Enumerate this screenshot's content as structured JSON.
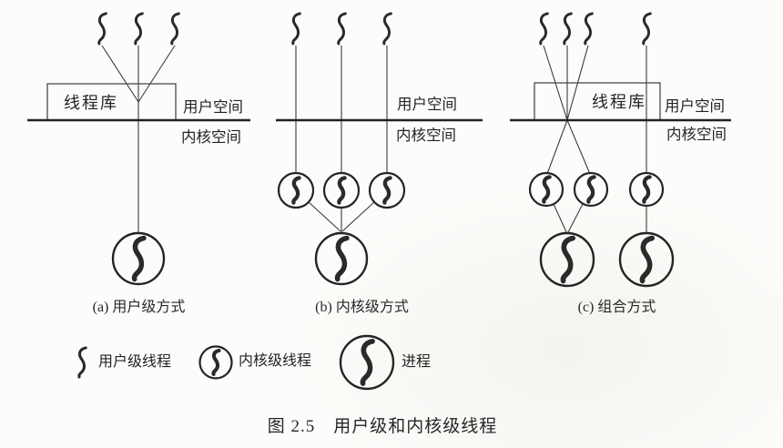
{
  "labels": {
    "thread_library": "线程库",
    "user_space": "用户空间",
    "kernel_space": "内核空间"
  },
  "panels": {
    "a": {
      "caption": "(a) 用户级方式",
      "user_threads": 3,
      "kernel_threads": 0,
      "processes": 1,
      "has_thread_library": true
    },
    "b": {
      "caption": "(b) 内核级方式",
      "user_threads": 3,
      "kernel_threads": 3,
      "processes": 1,
      "has_thread_library": false
    },
    "c": {
      "caption": "(c) 组合方式",
      "user_threads": 4,
      "kernel_threads": 3,
      "processes": 2,
      "has_thread_library": true
    }
  },
  "legend": {
    "user_thread_label": "用户级线程",
    "kernel_thread_label": "内核级线程",
    "process_label": "进程"
  },
  "figure_caption": "图 2.5　用户级和内核级线程",
  "colors": {
    "ink": "#2a2a2a",
    "line": "#3c3c3c",
    "divider": "#222222",
    "paper": "#fcfcfa"
  }
}
